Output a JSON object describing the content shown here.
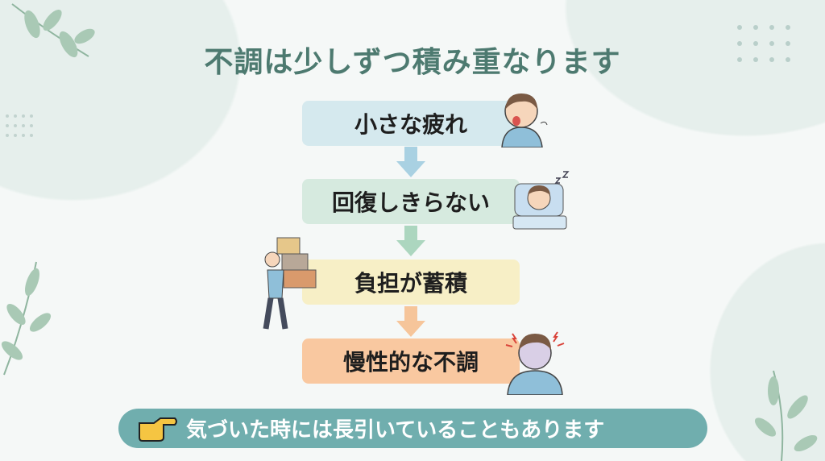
{
  "title": "不調は少しずつ積み重なります",
  "steps": [
    {
      "label": "小さな疲れ",
      "color": "#d5e9ee",
      "arrow_color": "#a9d1e2"
    },
    {
      "label": "回復しきらない",
      "color": "#d6eadf",
      "arrow_color": "#acd6bf"
    },
    {
      "label": "負担が蓄積",
      "color": "#f7efc6",
      "arrow_color": "#f6c59a"
    },
    {
      "label": "慢性的な不調",
      "color": "#f9c8a0"
    }
  ],
  "footer": {
    "text": "気づいた時には長引いていることもあります",
    "icon": "pointing-hand-icon",
    "color": "#70aeae"
  }
}
